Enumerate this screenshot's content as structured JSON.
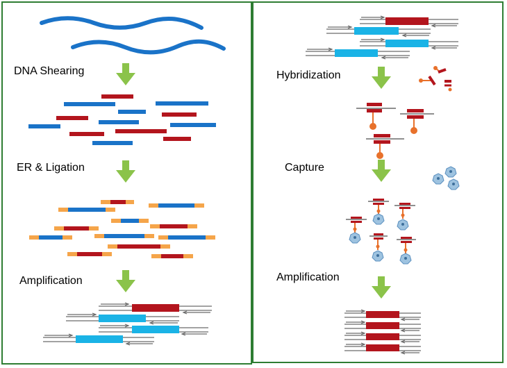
{
  "left": {
    "steps": [
      "DNA Shearing",
      "ER & Ligation",
      "Amplification"
    ]
  },
  "right": {
    "steps": [
      "Hybridization",
      "Capture",
      "Amplification"
    ]
  },
  "colors": {
    "border": "#2e7d32",
    "arrow": "#8bc34a",
    "dna_blue": "#1a73c8",
    "insert_red": "#b3151d",
    "adapter_orange": "#f5a54a",
    "amplicon_cyan": "#1ab3e6",
    "primer_gray": "#6a6a6a",
    "probe_orange": "#e8712b",
    "bead_blue": "#9ec3e0"
  },
  "icons": [
    "down-arrow-icon",
    "bead-icon",
    "probe-icon"
  ]
}
